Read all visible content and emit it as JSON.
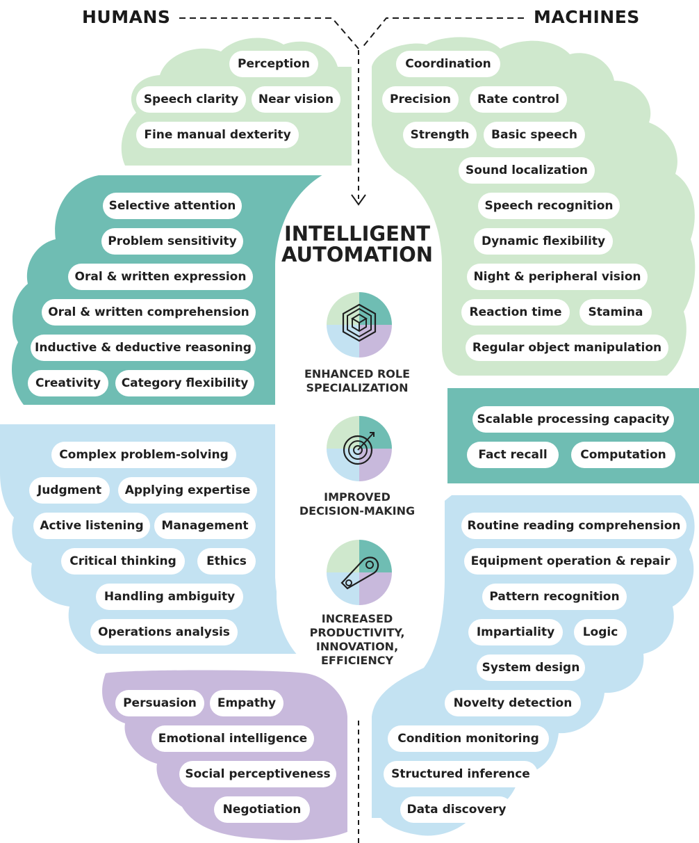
{
  "headers": {
    "humans": "HUMANS",
    "machines": "MACHINES"
  },
  "center": {
    "title_line1": "INTELLIGENT",
    "title_line2": "AUTOMATION",
    "benefits": [
      {
        "label": "ENHANCED ROLE\nSPECIALIZATION"
      },
      {
        "label": "IMPROVED\nDECISION-MAKING"
      },
      {
        "label": "INCREASED\nPRODUCTIVITY,\nINNOVATION,\nEFFICIENCY"
      }
    ]
  },
  "colors": {
    "light_green": "#cfe8cd",
    "teal": "#6fbdb3",
    "light_blue": "#c3e2f2",
    "purple": "#c8b9dc",
    "text": "#1f1f1f"
  },
  "humans": {
    "physical": [
      "Perception",
      "Speech clarity",
      "Near vision",
      "Fine manual dexterity"
    ],
    "cognitive": [
      "Selective attention",
      "Problem sensitivity",
      "Oral & written expression",
      "Oral & written comprehension",
      "Inductive & deductive reasoning",
      "Creativity",
      "Category flexibility"
    ],
    "analytical": [
      "Complex problem-solving",
      "Judgment",
      "Applying expertise",
      "Active listening",
      "Management",
      "Critical thinking",
      "Ethics",
      "Handling ambiguity",
      "Operations analysis"
    ],
    "social": [
      "Persuasion",
      "Empathy",
      "Emotional intelligence",
      "Social perceptiveness",
      "Negotiation"
    ]
  },
  "machines": {
    "physical": [
      "Coordination",
      "Precision",
      "Rate control",
      "Strength",
      "Basic speech",
      "Sound localization",
      "Speech recognition",
      "Dynamic flexibility",
      "Night & peripheral vision",
      "Reaction time",
      "Stamina",
      "Regular object manipulation"
    ],
    "processing": [
      "Scalable processing capacity",
      "Fact recall",
      "Computation"
    ],
    "analytical": [
      "Routine reading comprehension",
      "Equipment operation & repair",
      "Pattern recognition",
      "Impartiality",
      "Logic",
      "System design",
      "Novelty detection",
      "Condition monitoring",
      "Structured inference",
      "Data discovery"
    ]
  }
}
